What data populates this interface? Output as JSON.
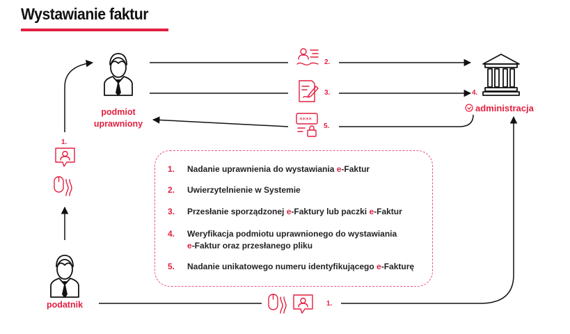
{
  "title": "Wystawianie faktur",
  "colors": {
    "accent": "#e21f3f",
    "text": "#222222",
    "dark": "#111111"
  },
  "actors": {
    "podmiot": "podmiot\nuprawniony",
    "administracja": "administracja",
    "podatnik": "podatnik"
  },
  "flow_numbers": {
    "n1_left": "1.",
    "n2": "2.",
    "n3": "3.",
    "n4": "4.",
    "n5": "5.",
    "n1_bottom": "1."
  },
  "steps": [
    {
      "num": "1.",
      "parts": [
        {
          "t": "Nadanie uprawnienia do wystawiania "
        },
        {
          "t": "e",
          "red": true
        },
        {
          "t": "-Faktur"
        }
      ]
    },
    {
      "num": "2.",
      "parts": [
        {
          "t": "Uwierzytelnienie w Systemie"
        }
      ]
    },
    {
      "num": "3.",
      "parts": [
        {
          "t": "Przesłanie sporządzonej "
        },
        {
          "t": "e",
          "red": true
        },
        {
          "t": "-Faktury lub paczki "
        },
        {
          "t": "e",
          "red": true
        },
        {
          "t": "-Faktur"
        }
      ]
    },
    {
      "num": "4.",
      "parts": [
        {
          "t": "Weryfikacja podmiotu uprawnionego do wystawiania"
        },
        {
          "br": true
        },
        {
          "t": "e",
          "red": true
        },
        {
          "t": "-Faktur oraz przesłanego pliku"
        }
      ]
    },
    {
      "num": "5.",
      "parts": [
        {
          "t": "Nadanie unikatowego numeru identyfikującego "
        },
        {
          "t": "e",
          "red": true
        },
        {
          "t": "-Fakturę"
        }
      ]
    }
  ]
}
